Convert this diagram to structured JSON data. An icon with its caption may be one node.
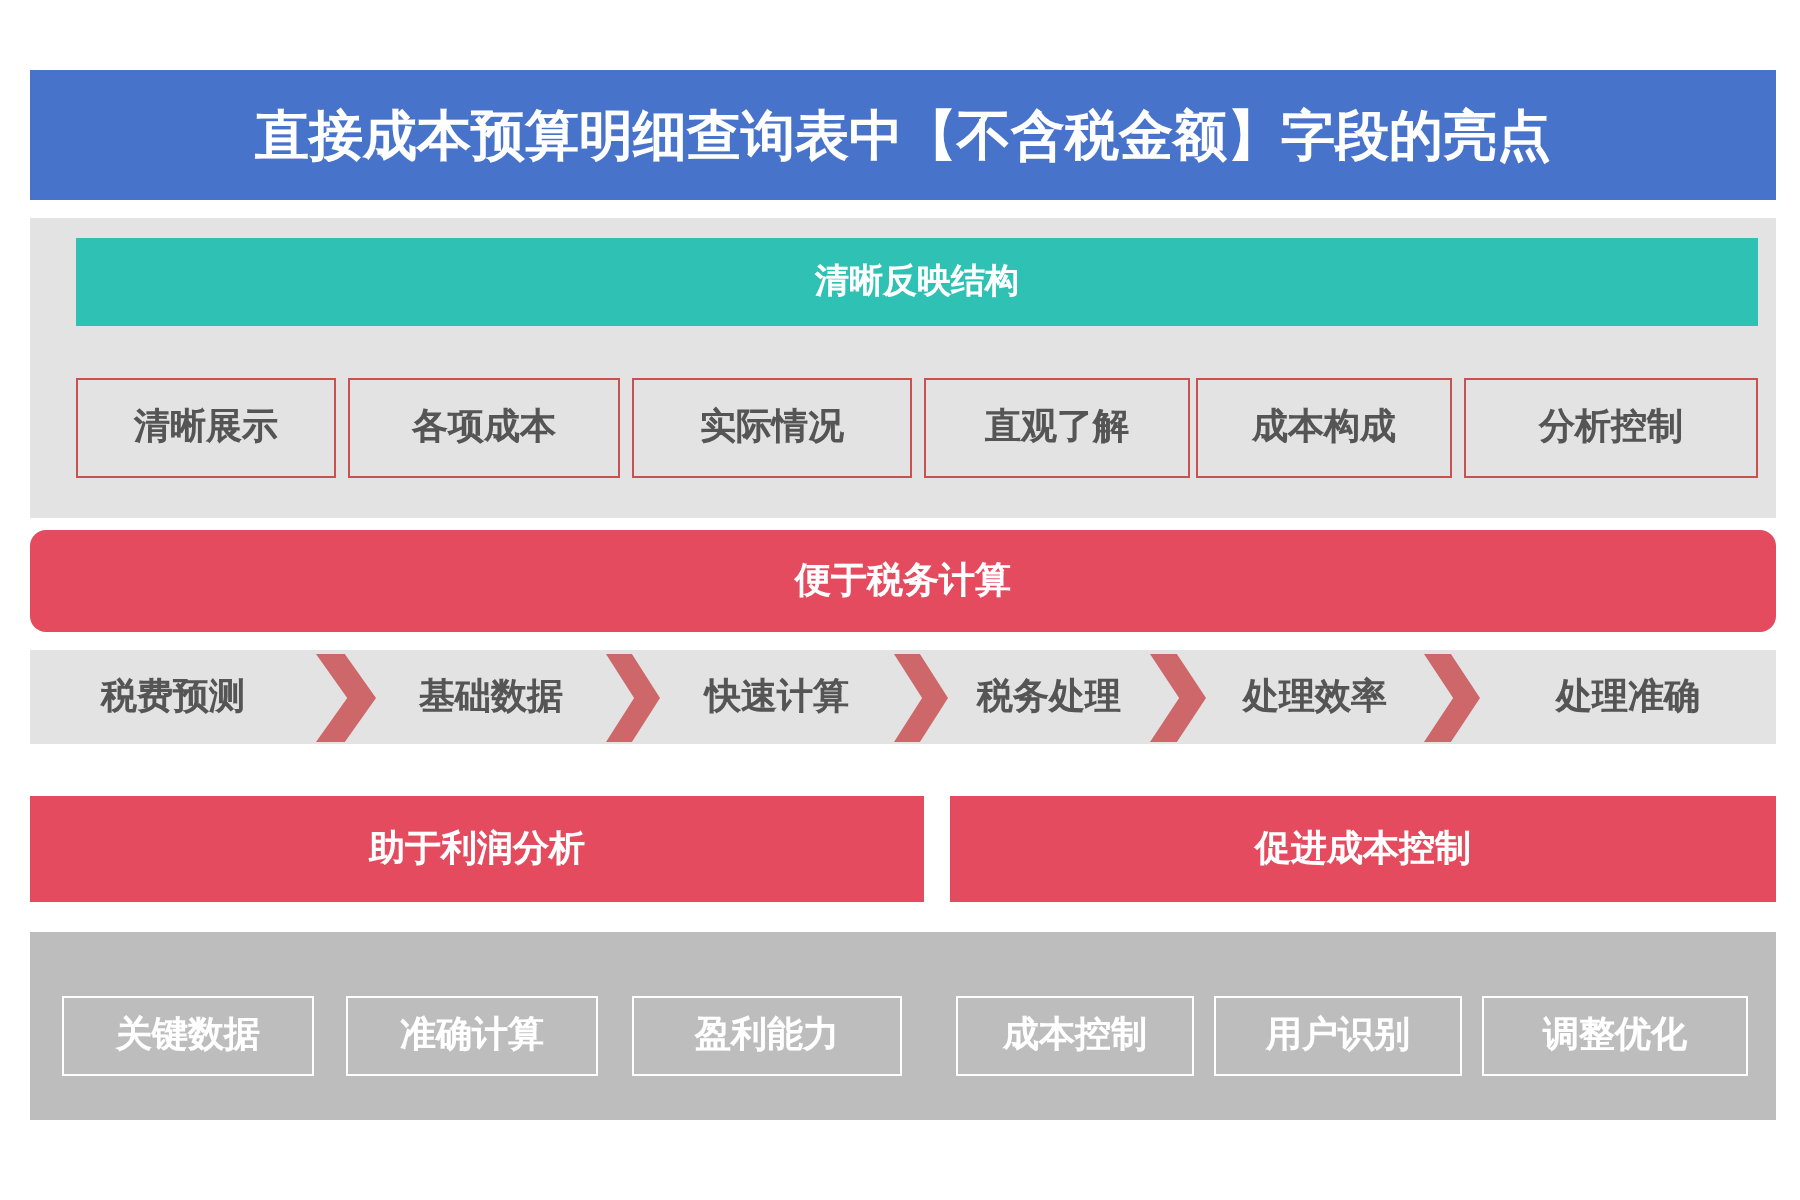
{
  "diagram": {
    "title": "直接成本预算明细查询表中【不含税金额】字段的亮点",
    "nodes": [
      {
        "text": [],
        "shape": "box"
      },
      {
        "text": [
          "清晰反映结构"
        ],
        "in": 0
      },
      {
        "text": [
          "清晰展示"
        ],
        "in": 0
      },
      {
        "text": [
          "各项成本"
        ],
        "in": 0
      },
      {
        "text": [
          "实际情况"
        ],
        "in": 0
      },
      {
        "text": [
          "直观了解"
        ],
        "in": 0
      },
      {
        "text": [
          "成本构成"
        ],
        "in": 0
      },
      {
        "text": [
          "分析控制"
        ],
        "in": 0
      },
      {
        "text": [
          "便于税务计算"
        ]
      },
      {
        "text": [],
        "shape": "box"
      },
      {
        "text": [
          "税费预测"
        ],
        "in": 9
      },
      {
        "text": [
          "基础数据"
        ],
        "in": 9
      },
      {
        "text": [
          "快速计算"
        ],
        "in": 9
      },
      {
        "text": [
          "税务处理"
        ],
        "in": 9
      },
      {
        "text": [
          "处理效率"
        ],
        "in": 9
      },
      {
        "text": [
          "处理准确"
        ],
        "in": 9
      },
      {
        "text": [
          "助于利润分析"
        ]
      },
      {
        "text": [
          "促进成本控制"
        ]
      },
      {
        "text": [],
        "shape": "box"
      },
      {
        "text": [
          "关键数据"
        ],
        "in": 18
      },
      {
        "text": [
          "准确计算"
        ],
        "in": 18
      },
      {
        "text": [
          "盈利能力"
        ],
        "in": 18
      },
      {
        "text": [
          "成本控制"
        ],
        "in": 18
      },
      {
        "text": [
          "用户识别"
        ],
        "in": 18
      },
      {
        "text": [
          "调整优化"
        ],
        "in": 18
      }
    ],
    "edges": [
      {
        "from": 10,
        "to": 11,
        "arrow": "to"
      },
      {
        "from": 11,
        "to": 12,
        "arrow": "to"
      },
      {
        "from": 12,
        "to": 13,
        "arrow": "to"
      },
      {
        "from": 13,
        "to": 14,
        "arrow": "to"
      },
      {
        "from": 14,
        "to": 15,
        "arrow": "to"
      }
    ]
  }
}
